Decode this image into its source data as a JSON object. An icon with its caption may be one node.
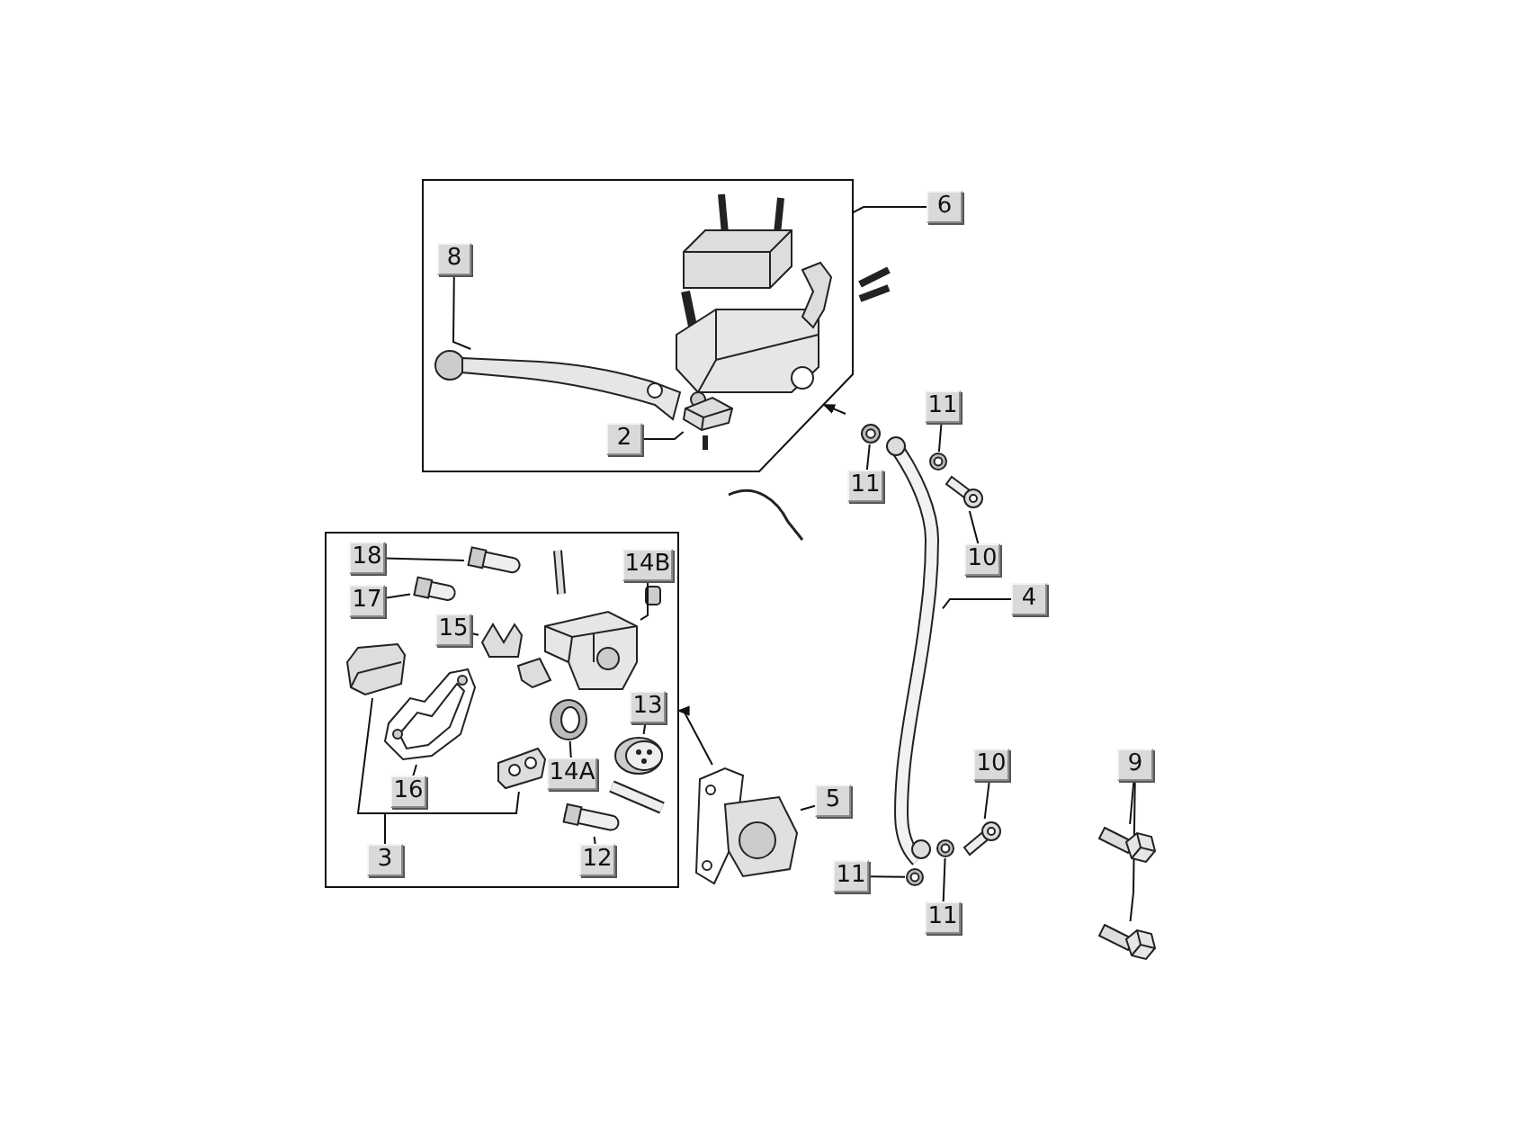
{
  "diagram": {
    "nodes": [
      {
        "text": [],
        "shape": "box"
      },
      {
        "text": [
          "6"
        ]
      },
      {
        "text": [
          "8"
        ],
        "in": 0
      },
      {
        "text": [],
        "shape": "picture",
        "in": 0
      },
      {
        "text": [
          "2"
        ],
        "in": 0
      },
      {
        "text": [],
        "shape": "picture",
        "in": 0
      },
      {
        "text": [],
        "shape": "box"
      },
      {
        "text": [
          "18"
        ],
        "in": 6
      },
      {
        "text": [],
        "shape": "picture",
        "in": 6
      },
      {
        "text": [
          "17"
        ],
        "in": 6
      },
      {
        "text": [],
        "shape": "picture",
        "in": 6
      },
      {
        "text": [
          "15"
        ],
        "in": 6
      },
      {
        "text": [],
        "shape": "picture",
        "in": 6
      },
      {
        "text": [
          "14B"
        ],
        "in": 6
      },
      {
        "text": [],
        "shape": "picture",
        "in": 6
      },
      {
        "text": [
          "13"
        ],
        "in": 6
      },
      {
        "text": [],
        "shape": "picture",
        "in": 6
      },
      {
        "text": [
          "14A"
        ],
        "in": 6
      },
      {
        "text": [],
        "shape": "picture",
        "in": 6
      },
      {
        "text": [
          "16"
        ],
        "in": 6
      },
      {
        "text": [],
        "shape": "picture",
        "in": 6
      },
      {
        "text": [
          "3"
        ],
        "in": 6
      },
      {
        "text": [],
        "shape": "picture",
        "in": 6
      },
      {
        "text": [],
        "shape": "picture",
        "in": 6
      },
      {
        "text": [
          "12"
        ],
        "in": 6
      },
      {
        "text": [],
        "shape": "picture",
        "in": 6
      },
      {
        "text": [],
        "shape": "picture"
      },
      {
        "text": [
          "5"
        ]
      },
      {
        "text": [
          "11"
        ]
      },
      {
        "text": [],
        "shape": "picture"
      },
      {
        "text": [
          "11"
        ]
      },
      {
        "text": [],
        "shape": "picture"
      },
      {
        "text": [
          "10"
        ]
      },
      {
        "text": [],
        "shape": "picture"
      },
      {
        "text": [
          "4"
        ]
      },
      {
        "text": [],
        "shape": "picture"
      },
      {
        "text": [
          "10"
        ]
      },
      {
        "text": [],
        "shape": "picture"
      },
      {
        "text": [
          "11"
        ]
      },
      {
        "text": [],
        "shape": "picture"
      },
      {
        "text": [
          "11"
        ]
      },
      {
        "text": [],
        "shape": "picture"
      },
      {
        "text": [
          "9"
        ]
      },
      {
        "text": [],
        "shape": "picture"
      },
      {
        "text": [],
        "shape": "picture"
      }
    ],
    "edges": [
      {
        "from": 1,
        "to": 0,
        "arrow": "none"
      },
      {
        "from": 2,
        "to": 3,
        "arrow": "none"
      },
      {
        "from": 4,
        "to": 5,
        "arrow": "none"
      },
      {
        "from": 7,
        "to": 8,
        "arrow": "none"
      },
      {
        "from": 9,
        "to": 10,
        "arrow": "none"
      },
      {
        "from": 11,
        "to": 12,
        "arrow": "none"
      },
      {
        "from": 13,
        "to": 14,
        "arrow": "none"
      },
      {
        "from": 15,
        "to": 16,
        "arrow": "none"
      },
      {
        "from": 17,
        "to": 18,
        "arrow": "none"
      },
      {
        "from": 19,
        "to": 20,
        "arrow": "none"
      },
      {
        "from": 21,
        "to": 22,
        "arrow": "none"
      },
      {
        "from": 21,
        "to": 23,
        "arrow": "none"
      },
      {
        "from": 24,
        "to": 25,
        "arrow": "none"
      },
      {
        "from": 27,
        "to": 26,
        "arrow": "none"
      },
      {
        "from": 28,
        "to": 29,
        "arrow": "none"
      },
      {
        "from": 30,
        "to": 31,
        "arrow": "none"
      },
      {
        "from": 32,
        "to": 33,
        "arrow": "none"
      },
      {
        "from": 34,
        "to": 35,
        "arrow": "none"
      },
      {
        "from": 36,
        "to": 37,
        "arrow": "none"
      },
      {
        "from": 38,
        "to": 39,
        "arrow": "none"
      },
      {
        "from": 40,
        "to": 41,
        "arrow": "none"
      },
      {
        "from": 42,
        "to": 43,
        "arrow": "none"
      },
      {
        "from": 42,
        "to": 44,
        "arrow": "none"
      },
      {
        "from": 26,
        "to": 6,
        "arrow": "to"
      },
      {
        "from": null,
        "to": 0,
        "arrow": "to"
      }
    ]
  }
}
